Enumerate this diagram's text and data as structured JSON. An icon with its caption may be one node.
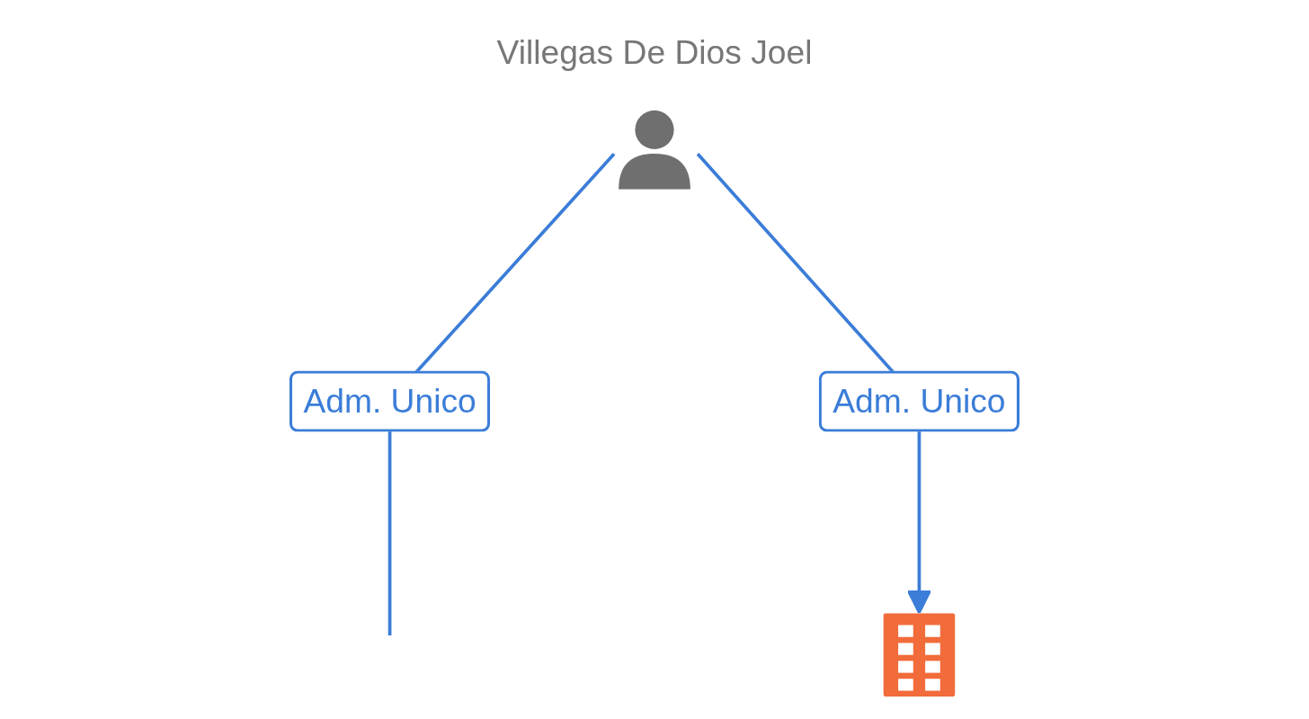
{
  "diagram": {
    "nodes": [
      {
        "text": [
          "Villegas De Dios Joel"
        ]
      },
      {
        "text": [],
        "shape": "building"
      }
    ],
    "edges": [
      {
        "from": 0,
        "to": null,
        "arrow": "none",
        "label": "Adm. Unico"
      },
      {
        "from": 0,
        "to": 1,
        "arrow": "to",
        "label": "Adm. Unico"
      }
    ]
  }
}
